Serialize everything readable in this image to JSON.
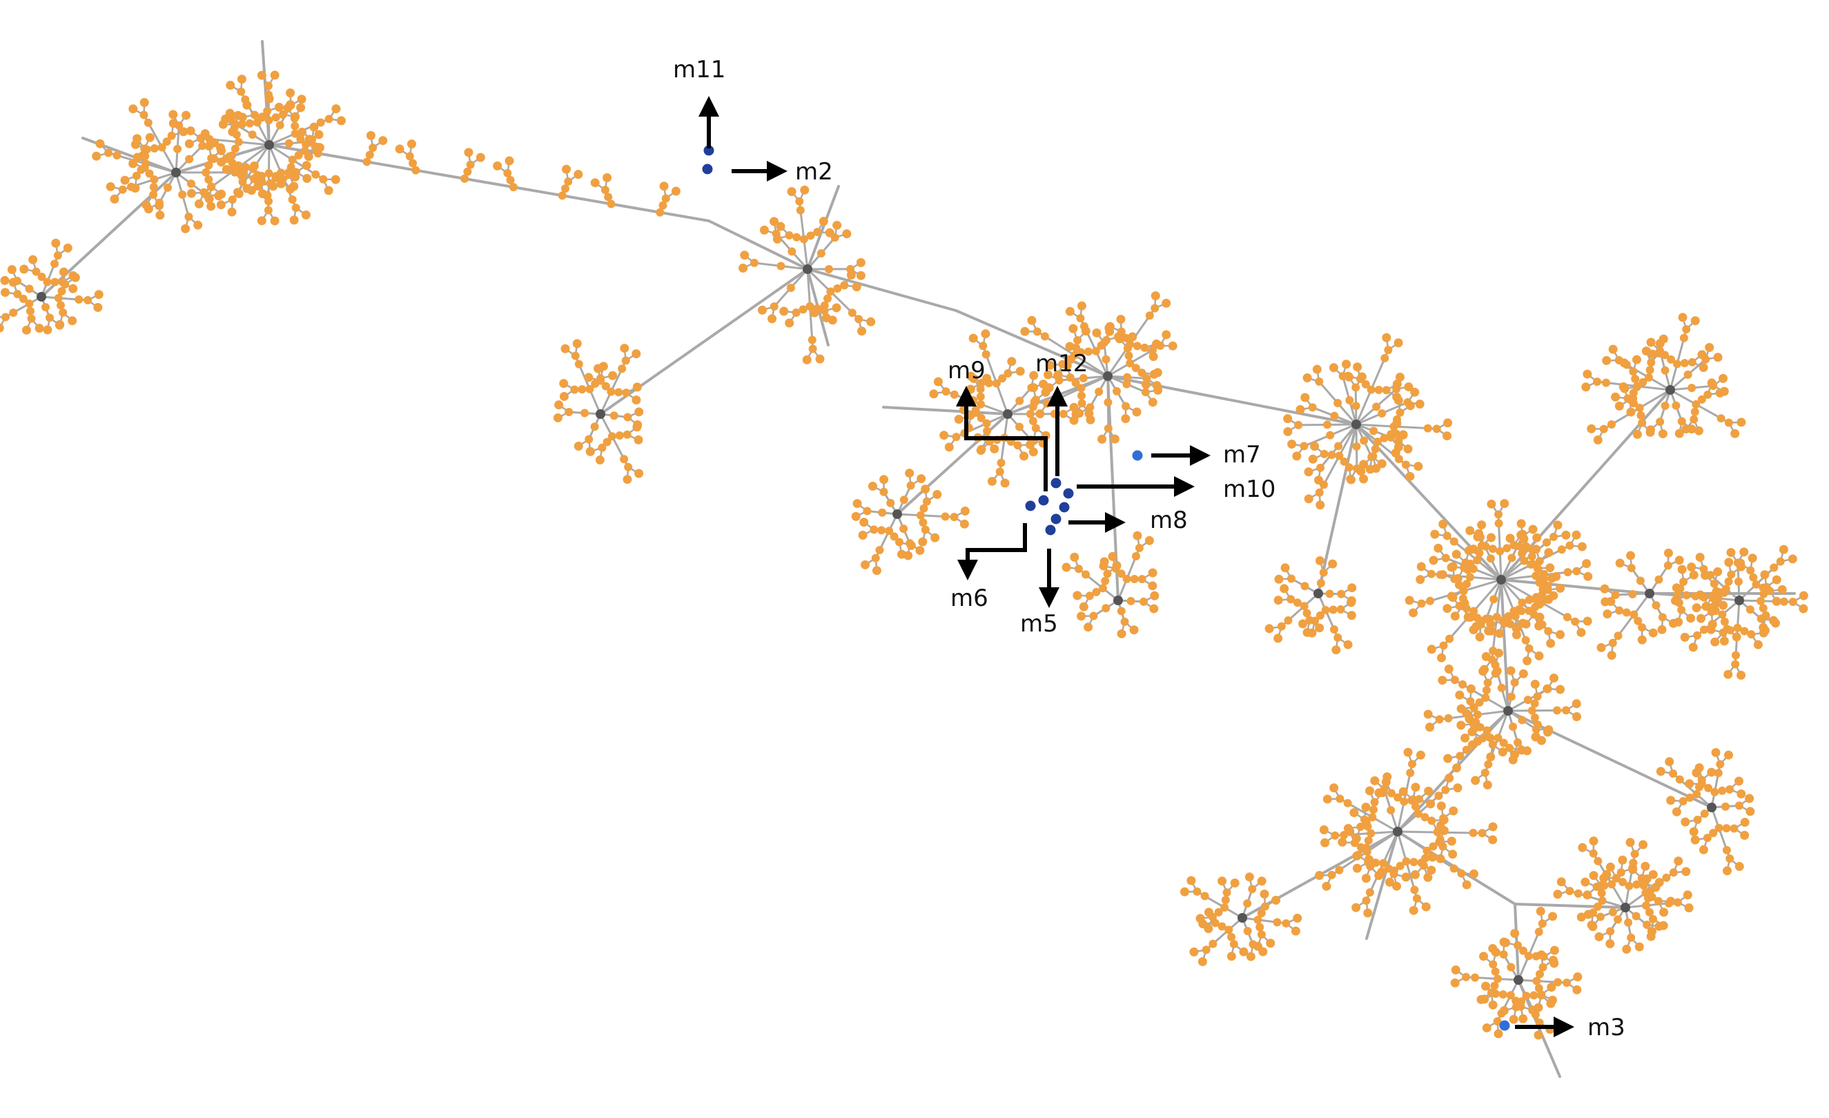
{
  "colors": {
    "node": "#F0A040",
    "edge": "#A9A9A9",
    "highlight_node": "#1F3F9A",
    "highlight_node_light": "#2E6FD8",
    "arrow": "#000000",
    "background": "#FFFFFF"
  },
  "labels": {
    "m11": "m11",
    "m2": "m2",
    "m9": "m9",
    "m12": "m12",
    "m7": "m7",
    "m10": "m10",
    "m8": "m8",
    "m6": "m6",
    "m5": "m5",
    "m3": "m3"
  }
}
